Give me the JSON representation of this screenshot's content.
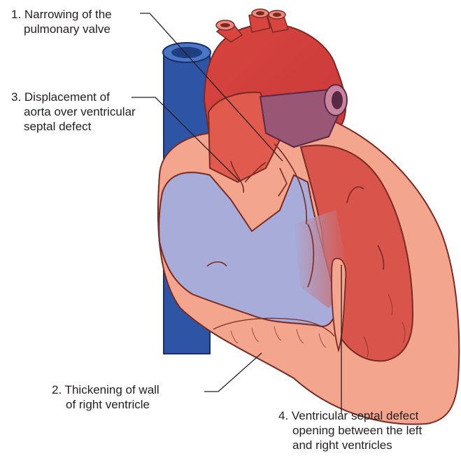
{
  "colors": {
    "vena_cava": "#2e55a5",
    "aorta": "#d8453f",
    "pulmonary_artery": "#9a5675",
    "oxygenated_blood": "#d9544a",
    "deoxygenated_blood": "#a7acd8",
    "heart_wall": "#f4a58d",
    "wall_edge": "#7a2a24",
    "leader_line": "#231f20"
  },
  "labels": {
    "narrowing": {
      "line1": "1. Narrowing of the",
      "line2": "pulmonary valve"
    },
    "displacement": {
      "line1": "3. Displacement of",
      "line2": "aorta over ventricular",
      "line3": "septal defect"
    },
    "thickening": {
      "line1": "2. Thickening of wall",
      "line2": "of right ventricle"
    },
    "vsd": {
      "line1": "4. Ventricular septal defect",
      "line2": "opening between the left",
      "line3": "and right ventricles"
    }
  }
}
